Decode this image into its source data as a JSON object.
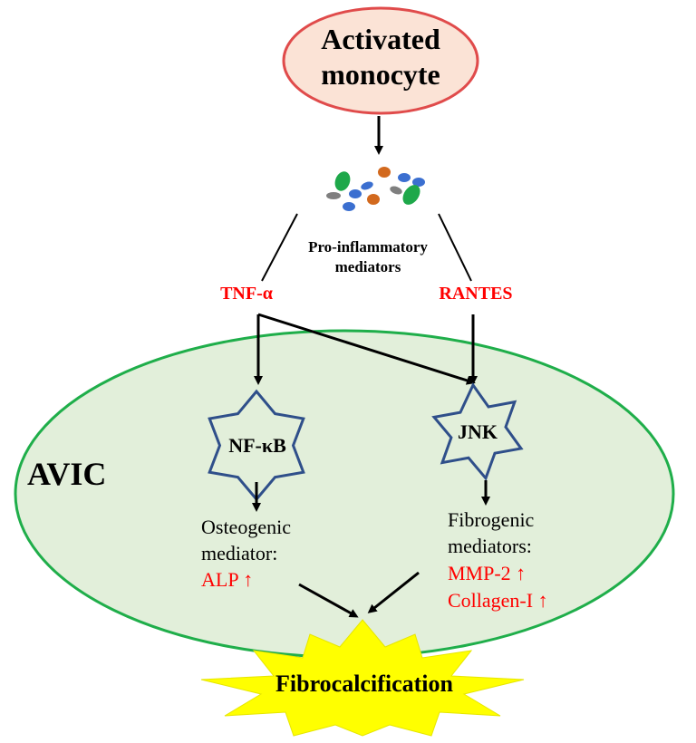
{
  "title_node": {
    "line1": "Activated",
    "line2": "monocyte"
  },
  "mediators_label": {
    "line1": "Pro-inflammatory",
    "line2": "mediators"
  },
  "cytokines": {
    "tnf": "TNF-α",
    "rantes": "RANTES"
  },
  "cell_label": "AVIC",
  "pathways": {
    "nfkb": "NF-κB",
    "jnk": "JNK"
  },
  "osteogenic": {
    "line1": "Osteogenic",
    "line2": "mediator:",
    "marker": "ALP ↑"
  },
  "fibrogenic": {
    "line1": "Fibrogenic",
    "line2": "mediators:",
    "marker1": "MMP-2 ↑",
    "marker2": "Collagen-I ↑"
  },
  "outcome": "Fibrocalcification",
  "colors": {
    "monocyte_fill": "#fbe3d6",
    "monocyte_border": "#e04b4b",
    "cell_fill": "#e2efda",
    "cell_border": "#1fae4a",
    "star_border": "#2f4f8a",
    "highlight_text": "#ff0000",
    "burst_fill": "#ffff00"
  }
}
